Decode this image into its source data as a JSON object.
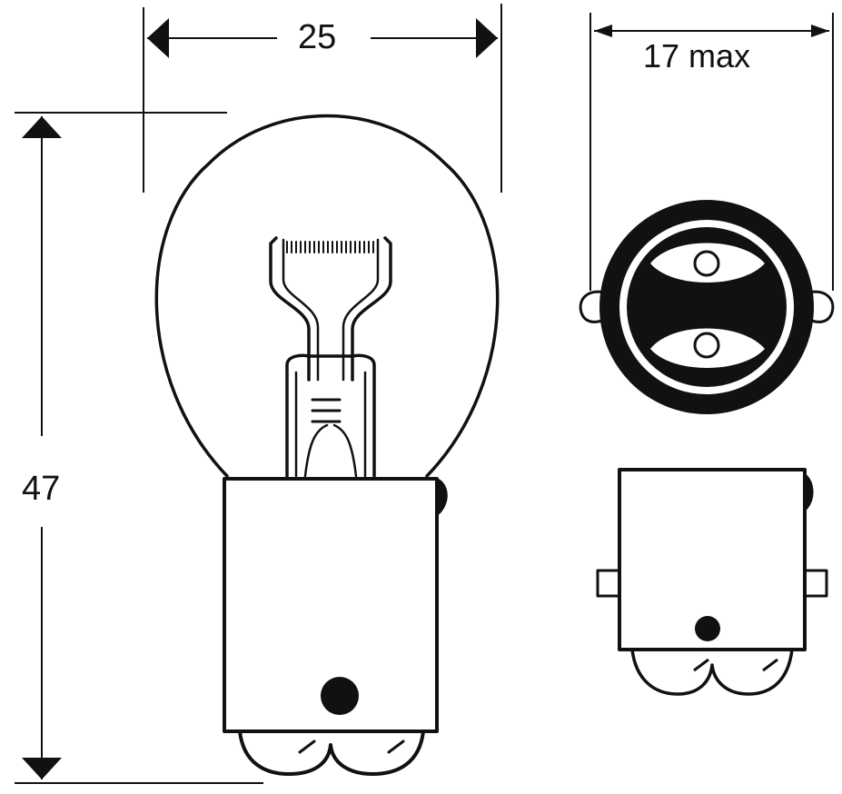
{
  "dimensions": {
    "bulb_width": "25",
    "base_max_width": "17 max",
    "overall_height": "47"
  },
  "colors": {
    "line": "#111111",
    "background": "#ffffff"
  }
}
